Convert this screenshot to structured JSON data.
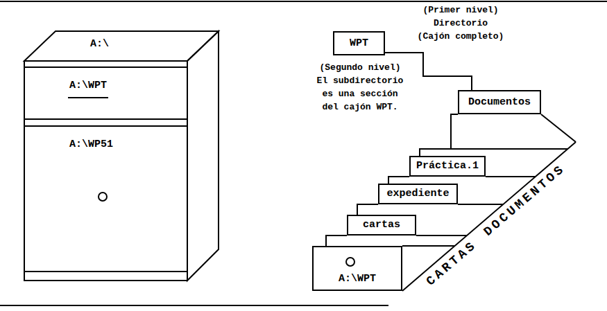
{
  "diagram": {
    "nodes": [
      {
        "text": [
          "A:\\"
        ]
      },
      {
        "text": [
          "A:\\WPT"
        ],
        "in": 0
      },
      {
        "text": [
          "A:\\WP51"
        ],
        "in": 0
      },
      {
        "text": [
          "WPT"
        ]
      },
      {
        "text": [
          "Documentos"
        ]
      },
      {
        "text": [
          "Práctica.1"
        ]
      },
      {
        "text": [
          "expediente"
        ]
      },
      {
        "text": [
          "cartas"
        ]
      },
      {
        "text": [
          "A:\\WPT"
        ]
      }
    ],
    "edges": [
      {
        "from": 3,
        "to": 4,
        "arrow": "none"
      }
    ],
    "labels": [
      "(Primer nivel) Directorio (Cajón completo)",
      "(Segundo nivel) El subdirectorio es una sección del cajón WPT.",
      "CARTAS",
      "DOCUMENTOS"
    ]
  }
}
